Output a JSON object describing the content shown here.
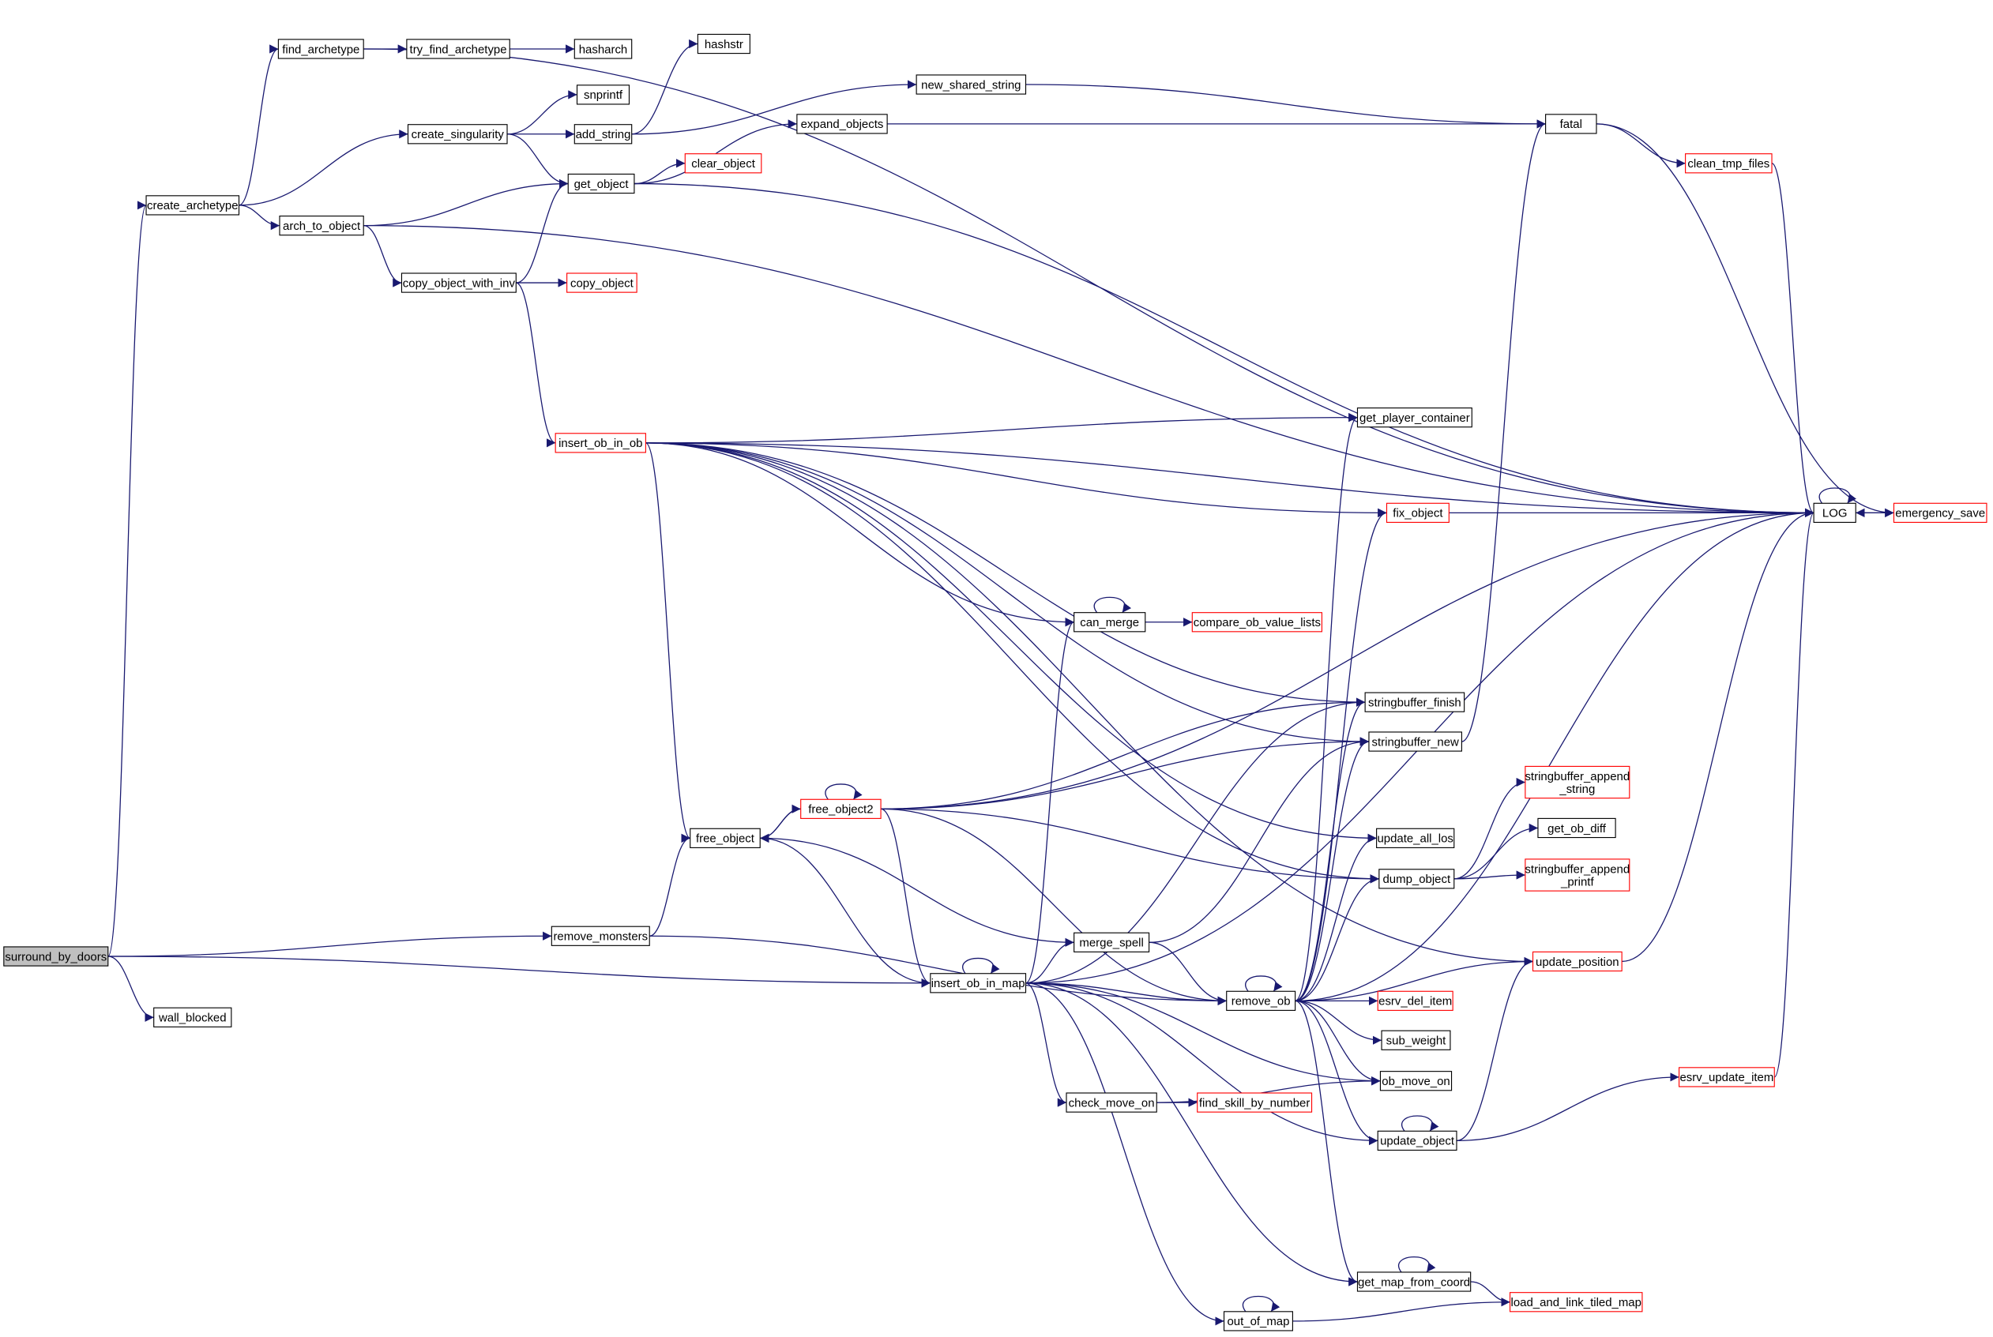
{
  "graph": {
    "edge_color": "#191970",
    "highlight_fill": "#bfbfbf",
    "red_border": "#ff0000",
    "nodes": [
      {
        "id": "surround_by_doors",
        "label": "surround_by_doors",
        "style": "root"
      },
      {
        "id": "wall_blocked",
        "label": "wall_blocked"
      },
      {
        "id": "create_archetype",
        "label": "create_archetype"
      },
      {
        "id": "find_archetype",
        "label": "find_archetype"
      },
      {
        "id": "try_find_archetype",
        "label": "try_find_archetype"
      },
      {
        "id": "hasharch",
        "label": "hasharch"
      },
      {
        "id": "hashstr",
        "label": "hashstr"
      },
      {
        "id": "snprintf",
        "label": "snprintf"
      },
      {
        "id": "create_singularity",
        "label": "create_singularity"
      },
      {
        "id": "add_string",
        "label": "add_string"
      },
      {
        "id": "new_shared_string",
        "label": "new_shared_string"
      },
      {
        "id": "expand_objects",
        "label": "expand_objects"
      },
      {
        "id": "clear_object",
        "label": "clear_object",
        "style": "red"
      },
      {
        "id": "get_object",
        "label": "get_object"
      },
      {
        "id": "arch_to_object",
        "label": "arch_to_object"
      },
      {
        "id": "copy_object_with_inv",
        "label": "copy_object_with_inv"
      },
      {
        "id": "copy_object",
        "label": "copy_object",
        "style": "red"
      },
      {
        "id": "fatal",
        "label": "fatal"
      },
      {
        "id": "clean_tmp_files",
        "label": "clean_tmp_files",
        "style": "red"
      },
      {
        "id": "LOG",
        "label": "LOG"
      },
      {
        "id": "emergency_save",
        "label": "emergency_save",
        "style": "red"
      },
      {
        "id": "insert_ob_in_ob",
        "label": "insert_ob_in_ob",
        "style": "red"
      },
      {
        "id": "get_player_container",
        "label": "get_player_container"
      },
      {
        "id": "fix_object",
        "label": "fix_object",
        "style": "red"
      },
      {
        "id": "can_merge",
        "label": "can_merge"
      },
      {
        "id": "compare_ob_value_lists",
        "label": "compare_ob_value_lists",
        "style": "red"
      },
      {
        "id": "stringbuffer_finish",
        "label": "stringbuffer_finish"
      },
      {
        "id": "stringbuffer_new",
        "label": "stringbuffer_new"
      },
      {
        "id": "stringbuffer_append_string",
        "label": "stringbuffer_append\n_string",
        "style": "red"
      },
      {
        "id": "get_ob_diff",
        "label": "get_ob_diff"
      },
      {
        "id": "stringbuffer_append_printf",
        "label": "stringbuffer_append\n_printf",
        "style": "red"
      },
      {
        "id": "update_all_los",
        "label": "update_all_los"
      },
      {
        "id": "dump_object",
        "label": "dump_object"
      },
      {
        "id": "free_object2",
        "label": "free_object2",
        "style": "red"
      },
      {
        "id": "free_object",
        "label": "free_object"
      },
      {
        "id": "remove_monsters",
        "label": "remove_monsters"
      },
      {
        "id": "merge_spell",
        "label": "merge_spell"
      },
      {
        "id": "insert_ob_in_map",
        "label": "insert_ob_in_map"
      },
      {
        "id": "remove_ob",
        "label": "remove_ob"
      },
      {
        "id": "esrv_del_item",
        "label": "esrv_del_item",
        "style": "red"
      },
      {
        "id": "sub_weight",
        "label": "sub_weight"
      },
      {
        "id": "update_position",
        "label": "update_position",
        "style": "red"
      },
      {
        "id": "ob_move_on",
        "label": "ob_move_on"
      },
      {
        "id": "check_move_on",
        "label": "check_move_on"
      },
      {
        "id": "find_skill_by_number",
        "label": "find_skill_by_number",
        "style": "red"
      },
      {
        "id": "esrv_update_item",
        "label": "esrv_update_item",
        "style": "red"
      },
      {
        "id": "update_object",
        "label": "update_object"
      },
      {
        "id": "get_map_from_coord",
        "label": "get_map_from_coord"
      },
      {
        "id": "load_and_link_tiled_map",
        "label": "load_and_link_tiled_map",
        "style": "red"
      },
      {
        "id": "out_of_map",
        "label": "out_of_map"
      }
    ],
    "edges": [
      [
        "surround_by_doors",
        "create_archetype"
      ],
      [
        "surround_by_doors",
        "remove_monsters"
      ],
      [
        "surround_by_doors",
        "insert_ob_in_map"
      ],
      [
        "surround_by_doors",
        "wall_blocked"
      ],
      [
        "create_archetype",
        "find_archetype"
      ],
      [
        "create_archetype",
        "create_singularity"
      ],
      [
        "create_archetype",
        "arch_to_object"
      ],
      [
        "find_archetype",
        "try_find_archetype"
      ],
      [
        "find_archetype",
        "LOG"
      ],
      [
        "try_find_archetype",
        "hasharch"
      ],
      [
        "create_singularity",
        "snprintf"
      ],
      [
        "create_singularity",
        "add_string"
      ],
      [
        "create_singularity",
        "get_object"
      ],
      [
        "add_string",
        "hashstr"
      ],
      [
        "add_string",
        "new_shared_string"
      ],
      [
        "new_shared_string",
        "fatal"
      ],
      [
        "get_object",
        "expand_objects"
      ],
      [
        "get_object",
        "clear_object"
      ],
      [
        "get_object",
        "LOG"
      ],
      [
        "expand_objects",
        "fatal"
      ],
      [
        "arch_to_object",
        "get_object"
      ],
      [
        "arch_to_object",
        "copy_object_with_inv"
      ],
      [
        "arch_to_object",
        "LOG"
      ],
      [
        "copy_object_with_inv",
        "get_object"
      ],
      [
        "copy_object_with_inv",
        "copy_object"
      ],
      [
        "copy_object_with_inv",
        "insert_ob_in_ob"
      ],
      [
        "fatal",
        "clean_tmp_files"
      ],
      [
        "fatal",
        "emergency_save"
      ],
      [
        "clean_tmp_files",
        "LOG"
      ],
      [
        "LOG",
        "LOG"
      ],
      [
        "LOG",
        "emergency_save"
      ],
      [
        "emergency_save",
        "LOG"
      ],
      [
        "insert_ob_in_ob",
        "LOG"
      ],
      [
        "insert_ob_in_ob",
        "update_position"
      ],
      [
        "insert_ob_in_ob",
        "get_player_container"
      ],
      [
        "insert_ob_in_ob",
        "fix_object"
      ],
      [
        "insert_ob_in_ob",
        "stringbuffer_finish"
      ],
      [
        "insert_ob_in_ob",
        "stringbuffer_new"
      ],
      [
        "insert_ob_in_ob",
        "update_all_los"
      ],
      [
        "insert_ob_in_ob",
        "dump_object"
      ],
      [
        "insert_ob_in_ob",
        "can_merge"
      ],
      [
        "insert_ob_in_ob",
        "free_object"
      ],
      [
        "fix_object",
        "LOG"
      ],
      [
        "can_merge",
        "can_merge"
      ],
      [
        "can_merge",
        "compare_ob_value_lists"
      ],
      [
        "stringbuffer_new",
        "fatal"
      ],
      [
        "dump_object",
        "stringbuffer_append_string"
      ],
      [
        "dump_object",
        "get_ob_diff"
      ],
      [
        "dump_object",
        "stringbuffer_append_printf"
      ],
      [
        "free_object2",
        "free_object2"
      ],
      [
        "free_object2",
        "free_object"
      ],
      [
        "free_object2",
        "stringbuffer_finish"
      ],
      [
        "free_object2",
        "stringbuffer_new"
      ],
      [
        "free_object2",
        "LOG"
      ],
      [
        "free_object2",
        "dump_object"
      ],
      [
        "free_object2",
        "remove_ob"
      ],
      [
        "free_object2",
        "insert_ob_in_map"
      ],
      [
        "free_object",
        "free_object2"
      ],
      [
        "remove_monsters",
        "free_object"
      ],
      [
        "remove_monsters",
        "remove_ob"
      ],
      [
        "merge_spell",
        "free_object"
      ],
      [
        "merge_spell",
        "remove_ob"
      ],
      [
        "merge_spell",
        "stringbuffer_new"
      ],
      [
        "insert_ob_in_map",
        "insert_ob_in_map"
      ],
      [
        "insert_ob_in_map",
        "free_object"
      ],
      [
        "insert_ob_in_map",
        "can_merge"
      ],
      [
        "insert_ob_in_map",
        "merge_spell"
      ],
      [
        "insert_ob_in_map",
        "LOG"
      ],
      [
        "insert_ob_in_map",
        "remove_ob"
      ],
      [
        "insert_ob_in_map",
        "check_move_on"
      ],
      [
        "insert_ob_in_map",
        "update_object"
      ],
      [
        "insert_ob_in_map",
        "get_map_from_coord"
      ],
      [
        "insert_ob_in_map",
        "out_of_map"
      ],
      [
        "insert_ob_in_map",
        "stringbuffer_finish"
      ],
      [
        "insert_ob_in_map",
        "ob_move_on"
      ],
      [
        "remove_ob",
        "remove_ob"
      ],
      [
        "remove_ob",
        "get_player_container"
      ],
      [
        "remove_ob",
        "fix_object"
      ],
      [
        "remove_ob",
        "stringbuffer_finish"
      ],
      [
        "remove_ob",
        "stringbuffer_new"
      ],
      [
        "remove_ob",
        "update_all_los"
      ],
      [
        "remove_ob",
        "dump_object"
      ],
      [
        "remove_ob",
        "update_position"
      ],
      [
        "remove_ob",
        "esrv_del_item"
      ],
      [
        "remove_ob",
        "sub_weight"
      ],
      [
        "remove_ob",
        "ob_move_on"
      ],
      [
        "remove_ob",
        "update_object"
      ],
      [
        "remove_ob",
        "get_map_from_coord"
      ],
      [
        "remove_ob",
        "LOG"
      ],
      [
        "update_position",
        "LOG"
      ],
      [
        "check_move_on",
        "ob_move_on"
      ],
      [
        "check_move_on",
        "find_skill_by_number"
      ],
      [
        "esrv_update_item",
        "LOG"
      ],
      [
        "update_object",
        "update_object"
      ],
      [
        "update_object",
        "update_position"
      ],
      [
        "update_object",
        "esrv_update_item"
      ],
      [
        "get_map_from_coord",
        "get_map_from_coord"
      ],
      [
        "get_map_from_coord",
        "load_and_link_tiled_map"
      ],
      [
        "out_of_map",
        "out_of_map"
      ],
      [
        "out_of_map",
        "load_and_link_tiled_map"
      ]
    ]
  }
}
